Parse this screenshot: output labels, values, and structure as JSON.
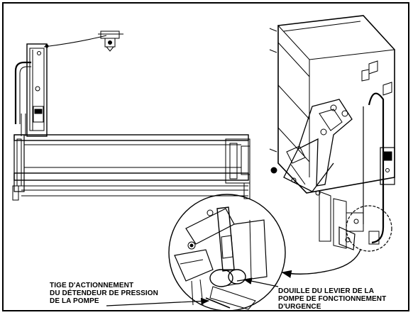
{
  "labels": {
    "tige": {
      "lines": [
        "TIGE  D'ACTIONNEMENT",
        "DU DÉTENDEUR DE PRESSION",
        "DE LA POMPE"
      ]
    },
    "douille": {
      "lines": [
        "DOUILLE DU LEVIER DE LA",
        "POMPE DE FONCTIONNEMENT",
        "D'URGENCE"
      ]
    }
  },
  "colors": {
    "line": "#000000",
    "background": "#ffffff"
  }
}
